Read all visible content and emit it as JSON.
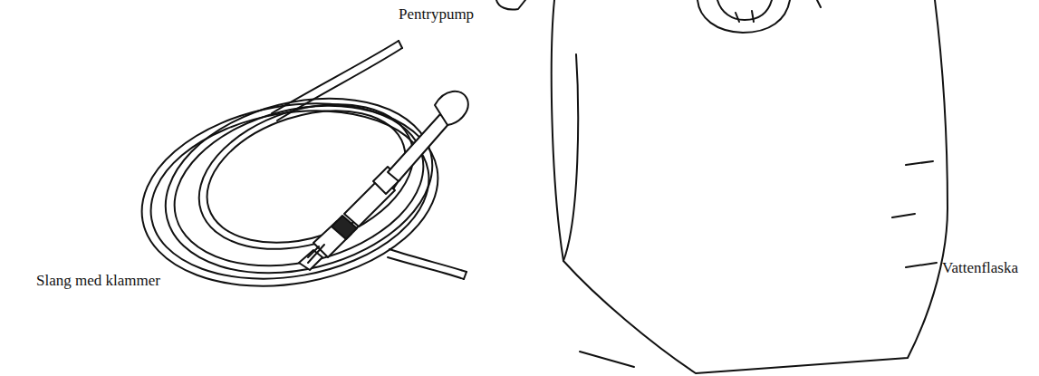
{
  "diagram": {
    "labels": [
      "Pentrypump",
      "Slang med klammer",
      "Vattenflaska"
    ]
  }
}
